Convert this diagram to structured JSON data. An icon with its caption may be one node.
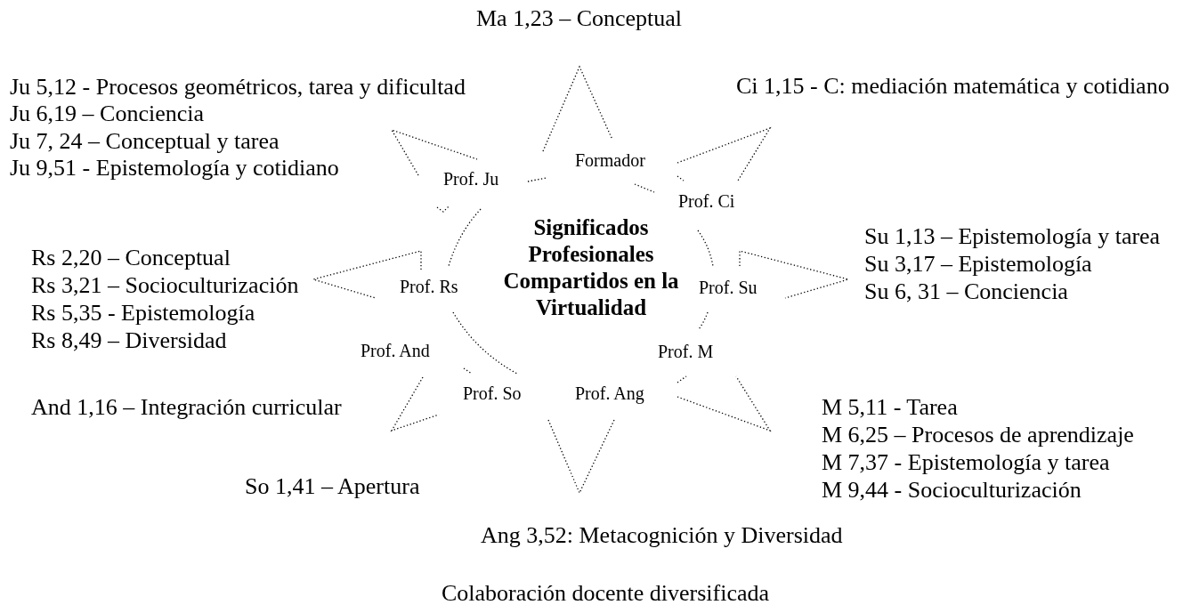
{
  "diagram": {
    "caption": "Colaboración docente diversificada",
    "nodes": [
      {
        "text": [
          "Significados Profesionales Compartidos en la Virtualidad"
        ]
      }
    ],
    "labels": [
      "Ma 1,23 – Conceptual",
      "Ju 5,12 - Procesos geométricos, tarea y dificultad",
      "Ju 6,19 – Conciencia",
      "Ju 7, 24 – Conceptual y tarea",
      "Ju 9,51 - Epistemología y cotidiano",
      "Ci 1,15 - C: mediación matemática y cotidiano",
      "Formador",
      "Prof. Ju",
      "Prof. Ci",
      "Su 1,13 – Epistemología y tarea",
      "Su 3,17 – Epistemología",
      "Su 6, 31 – Conciencia",
      "Rs 2,20 – Conceptual",
      "Rs 3,21 – Socioculturización",
      "Rs 5,35 - Epistemología",
      "Rs 8,49 – Diversidad",
      "Prof. Rs",
      "Prof. Su",
      "Prof. And",
      "Prof. M",
      "And 1,16 – Integración curricular",
      "Prof. So",
      "Prof. Ang",
      "M 5,11 - Tarea",
      "M 6,25 – Procesos de aprendizaje",
      "M 7,37 - Epistemología y tarea",
      "So 1,41 –  Apertura",
      "M 9,44 - Socioculturización",
      "Ang 3,52:  Metacognición y Diversidad"
    ]
  }
}
